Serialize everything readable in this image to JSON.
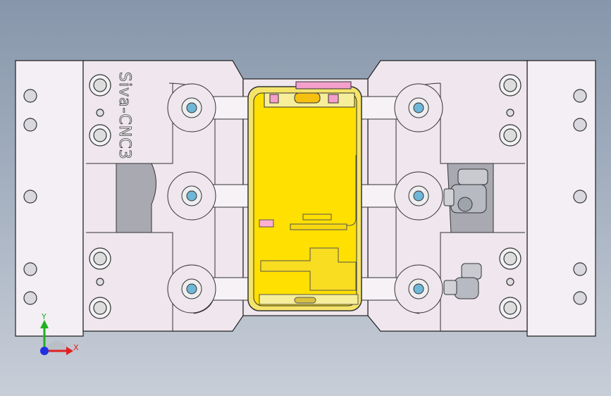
{
  "viewport": {
    "background_top": "#8796ab",
    "background_bottom": "#c8ced8"
  },
  "model": {
    "engraving_text": "Siva-CNC3",
    "part_color": "#ffe000",
    "plate_color": "#f0e8ef",
    "outer_plate_color": "#f2eef3"
  },
  "triad": {
    "x_label": "X",
    "y_label": "Y",
    "x_color": "#e02020",
    "y_color": "#20b020",
    "z_color": "#2030e0"
  }
}
